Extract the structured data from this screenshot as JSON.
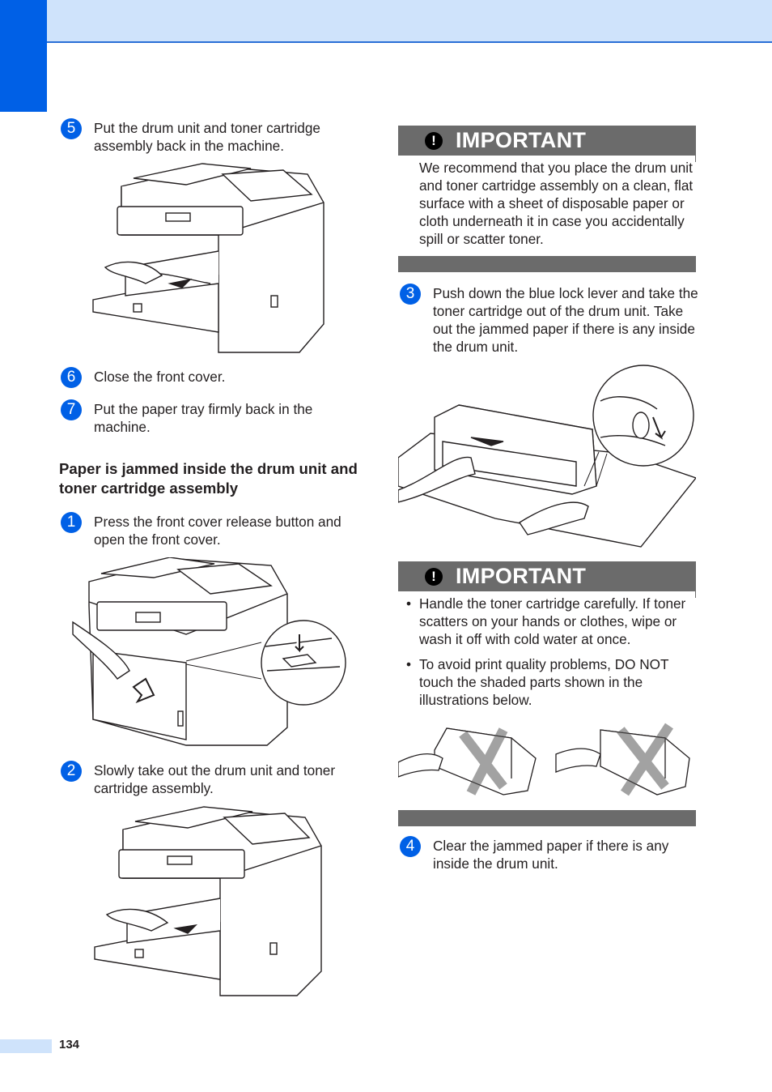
{
  "steps_left": [
    {
      "number": "5",
      "text": "Put the drum unit and toner cartridge assembly back in the machine."
    },
    {
      "number": "6",
      "text": "Close the front cover."
    },
    {
      "number": "7",
      "text": "Put the paper tray firmly back in the machine."
    }
  ],
  "section_heading": "Paper is jammed inside the drum unit and toner cartridge assembly",
  "steps_section": [
    {
      "number": "1",
      "text": "Press the front cover release button and open the front cover."
    },
    {
      "number": "2",
      "text": "Slowly take out the drum unit and toner cartridge assembly."
    },
    {
      "number": "3",
      "text": "Push down the blue lock lever and take the toner cartridge out of the drum unit. Take out the jammed paper if there is any inside the drum unit."
    },
    {
      "number": "4",
      "text": "Clear the jammed paper if there is any inside the drum unit."
    }
  ],
  "important_1": {
    "icon": "!",
    "title": "IMPORTANT",
    "text": "We recommend that you place the drum unit and toner cartridge assembly on a clean, flat surface with a sheet of disposable paper or cloth underneath it in case you accidentally spill or scatter toner."
  },
  "important_2": {
    "icon": "!",
    "title": "IMPORTANT",
    "bullets": [
      "Handle the toner cartridge carefully. If toner scatters on your hands or clothes, wipe or wash it off with cold water at once.",
      "To avoid print quality problems, DO NOT touch the shaded parts shown in the illustrations below."
    ]
  },
  "page_number": "134",
  "colors": {
    "accent_blue": "#0060e6",
    "header_light": "#cfe3fb",
    "important_gray": "#6b6b6b"
  }
}
